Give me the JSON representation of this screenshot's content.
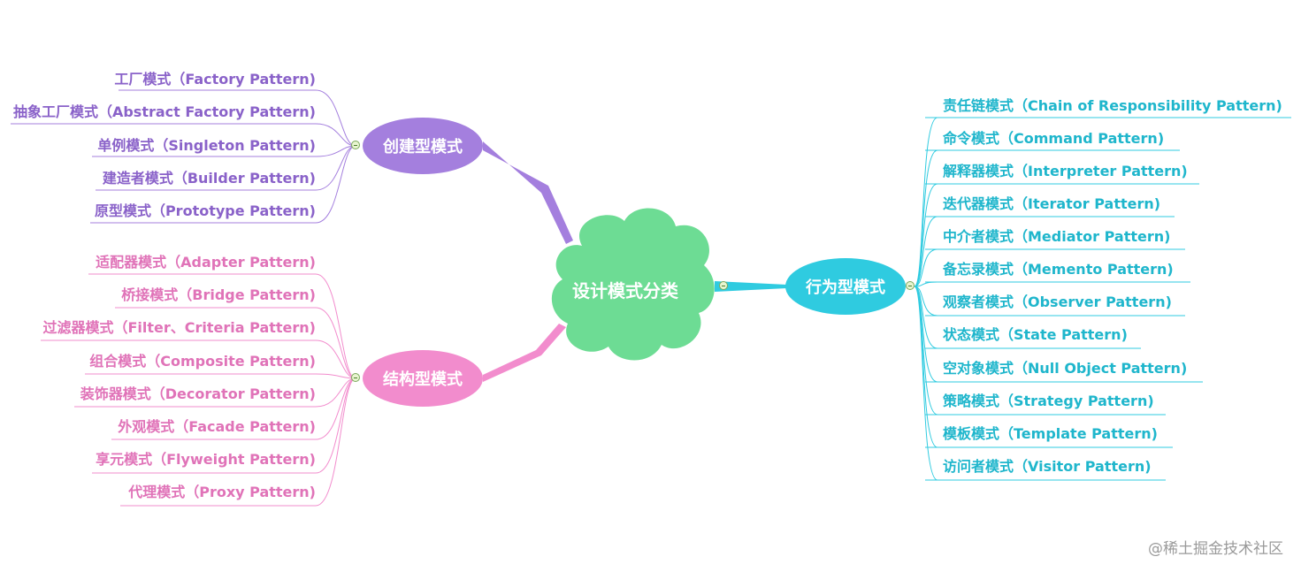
{
  "root": {
    "label": "设计模式分类",
    "color": "#6ddc94"
  },
  "branches": [
    {
      "label": "创建型模式",
      "color": "#a47fde",
      "text_color": "#8a62c9",
      "side": "left",
      "items": [
        "工厂模式（Factory Pattern)",
        "抽象工厂模式（Abstract Factory Pattern)",
        "单例模式（Singleton Pattern)",
        "建造者模式（Builder Pattern)",
        "原型模式（Prototype Pattern)"
      ]
    },
    {
      "label": "结构型模式",
      "color": "#f28ccd",
      "text_color": "#e073b8",
      "side": "left",
      "items": [
        "适配器模式（Adapter Pattern)",
        "桥接模式（Bridge Pattern)",
        "过滤器模式（Filter、Criteria Pattern)",
        "组合模式（Composite Pattern)",
        "装饰器模式（Decorator Pattern)",
        "外观模式（Facade Pattern)",
        "享元模式（Flyweight Pattern)",
        "代理模式（Proxy Pattern)"
      ]
    },
    {
      "label": "行为型模式",
      "color": "#2fcbe0",
      "text_color": "#1fb6cc",
      "side": "right",
      "items": [
        "责任链模式（Chain of Responsibility Pattern)",
        "命令模式（Command Pattern)",
        "解释器模式（Interpreter Pattern)",
        "迭代器模式（Iterator Pattern)",
        "中介者模式（Mediator Pattern)",
        "备忘录模式（Memento Pattern)",
        "观察者模式（Observer Pattern)",
        "状态模式（State Pattern)",
        "空对象模式（Null Object Pattern)",
        "策略模式（Strategy Pattern)",
        "模板模式（Template Pattern)",
        "访问者模式（Visitor Pattern)"
      ]
    }
  ],
  "watermark": "@稀土掘金技术社区"
}
